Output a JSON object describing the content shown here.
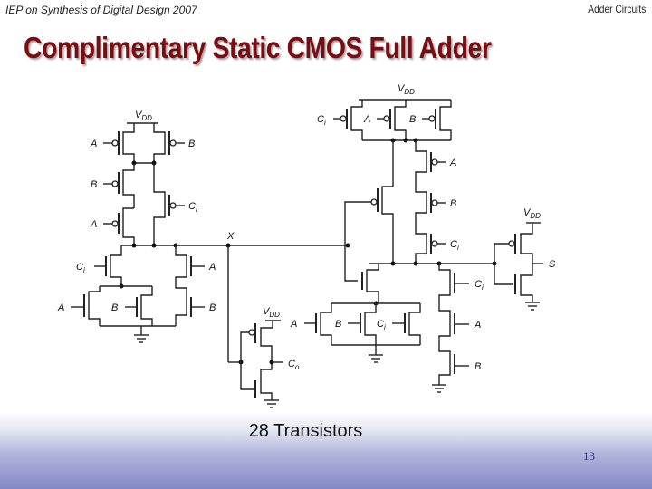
{
  "header": {
    "left_text": "IEP on Synthesis of Digital Design 2007",
    "right_text": "Adder Circuits"
  },
  "slide": {
    "title": "Complimentary Static CMOS Full Adder",
    "caption": "28 Transistors",
    "page_number": "13"
  },
  "colors": {
    "title": "#7a0c12",
    "page_number": "#2a2a9a",
    "footer_gradient_bottom": "#8387c6"
  },
  "diagram": {
    "supply_label": "V",
    "supply_sub": "DD",
    "node_x": "X",
    "output_carry": "C",
    "output_carry_sub": "o",
    "output_sum": "S",
    "labels": {
      "A": "A",
      "B": "B",
      "C": "C",
      "i": "i"
    },
    "transistor_count": 28
  }
}
